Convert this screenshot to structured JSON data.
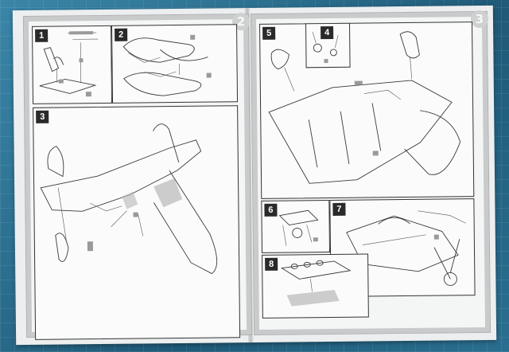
{
  "page_numbers": {
    "left": "2",
    "right": "3"
  },
  "steps": [
    {
      "id": "step-1",
      "label": "1"
    },
    {
      "id": "step-2",
      "label": "2"
    },
    {
      "id": "step-3",
      "label": "3"
    },
    {
      "id": "step-4",
      "label": "4"
    },
    {
      "id": "step-5",
      "label": "5"
    },
    {
      "id": "step-6",
      "label": "6"
    },
    {
      "id": "step-7",
      "label": "7"
    },
    {
      "id": "step-8",
      "label": "8"
    }
  ],
  "colors": {
    "mat": "#2f6f8c",
    "paper": "#f4f5f5",
    "border": "#c9cacb",
    "badge": "#2a2a2a"
  }
}
